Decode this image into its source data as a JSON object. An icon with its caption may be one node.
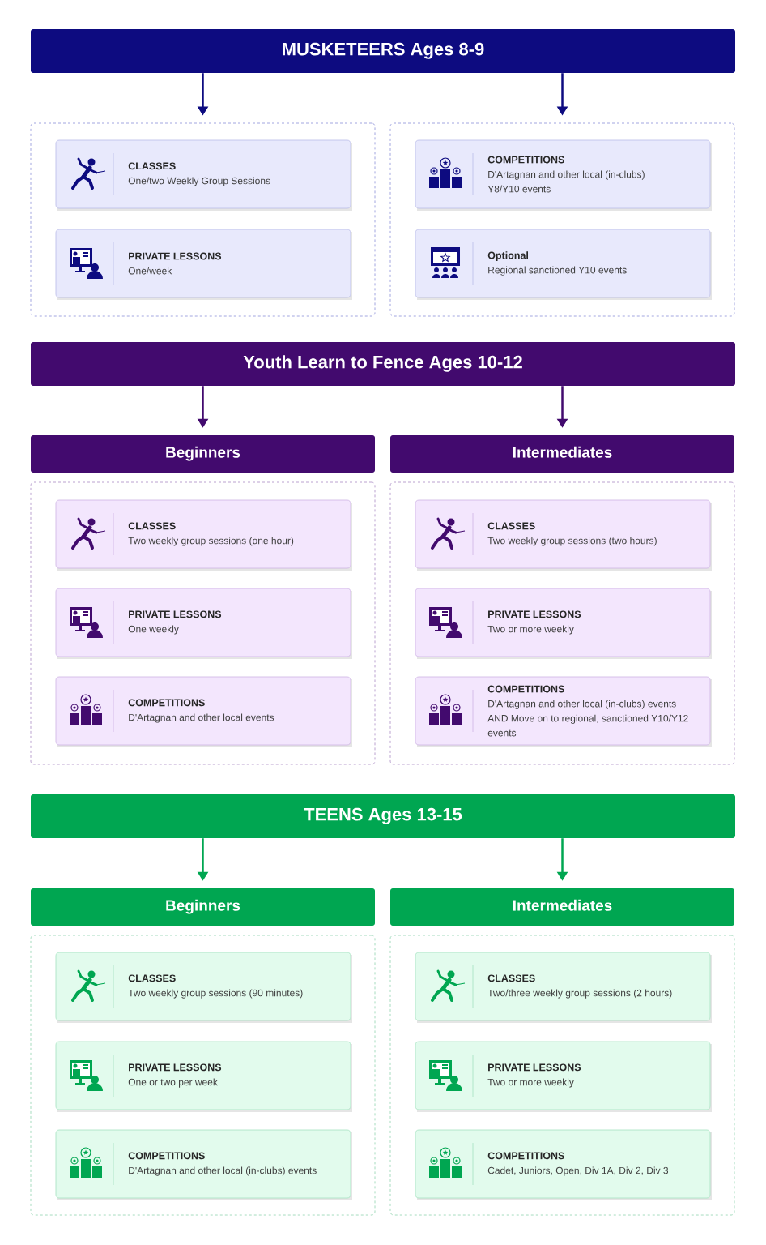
{
  "diagram": {
    "nodes": [
      {
        "text": [
          "MUSKETEERS Ages 8-9"
        ]
      },
      {
        "text": [],
        "shape": "box"
      },
      {
        "text": [
          "CLASSES",
          "One/two Weekly Group Sessions"
        ],
        "in": 1
      },
      {
        "text": [
          "PRIVATE LESSONS",
          "One/week"
        ],
        "in": 1
      },
      {
        "text": [],
        "shape": "box"
      },
      {
        "text": [
          "COMPETITIONS",
          "D'Artagnan and other local (in-clubs) Y8/Y10 events"
        ],
        "in": 4
      },
      {
        "text": [
          "Optional",
          "Regional sanctioned Y10 events"
        ],
        "in": 4
      },
      {
        "text": [
          "Youth Learn to Fence Ages 10-12"
        ]
      },
      {
        "text": [
          "Beginners"
        ]
      },
      {
        "text": [
          "Intermediates"
        ]
      },
      {
        "text": [],
        "shape": "box"
      },
      {
        "text": [
          "CLASSES",
          "Two weekly group sessions (one hour)"
        ],
        "in": 10
      },
      {
        "text": [
          "PRIVATE LESSONS",
          "One weekly"
        ],
        "in": 10
      },
      {
        "text": [
          "COMPETITIONS",
          "D'Artagnan and other local events"
        ],
        "in": 10
      },
      {
        "text": [],
        "shape": "box"
      },
      {
        "text": [
          "CLASSES",
          "Two weekly group sessions (two hours)"
        ],
        "in": 14
      },
      {
        "text": [
          "PRIVATE LESSONS",
          "Two or more weekly"
        ],
        "in": 14
      },
      {
        "text": [
          "COMPETITIONS",
          "D'Artagnan and other local (in-clubs) events AND Move on to regional, sanctioned Y10/Y12 events"
        ],
        "in": 14
      },
      {
        "text": [
          "TEENS Ages 13-15"
        ]
      },
      {
        "text": [
          "Beginners"
        ]
      },
      {
        "text": [
          "Intermediates"
        ]
      },
      {
        "text": [],
        "shape": "box"
      },
      {
        "text": [
          "CLASSES",
          "Two weekly group sessions (90 minutes)"
        ],
        "in": 21
      },
      {
        "text": [
          "PRIVATE LESSONS",
          "One or two per week"
        ],
        "in": 21
      },
      {
        "text": [
          "COMPETITIONS",
          "D'Artagnan and other local (in-clubs) events"
        ],
        "in": 21
      },
      {
        "text": [],
        "shape": "box"
      },
      {
        "text": [
          "CLASSES",
          "Two/three weekly group sessions (2 hours)"
        ],
        "in": 25
      },
      {
        "text": [
          "PRIVATE LESSONS",
          "Two or more weekly"
        ],
        "in": 25
      },
      {
        "text": [
          "COMPETITIONS",
          "Cadet, Juniors, Open, Div 1A, Div 2, Div 3"
        ],
        "in": 25
      }
    ],
    "edges": [
      {
        "from": 0,
        "to": 1,
        "arrow": "to",
        "color": "#0d0b80"
      },
      {
        "from": 0,
        "to": 4,
        "arrow": "to",
        "color": "#0d0b80"
      },
      {
        "from": 7,
        "to": 8,
        "arrow": "to",
        "color": "#420a6e"
      },
      {
        "from": 7,
        "to": 9,
        "arrow": "to",
        "color": "#420a6e"
      },
      {
        "from": 18,
        "to": 19,
        "arrow": "to",
        "color": "#00a651"
      },
      {
        "from": 18,
        "to": 20,
        "arrow": "to",
        "color": "#00a651"
      }
    ]
  }
}
